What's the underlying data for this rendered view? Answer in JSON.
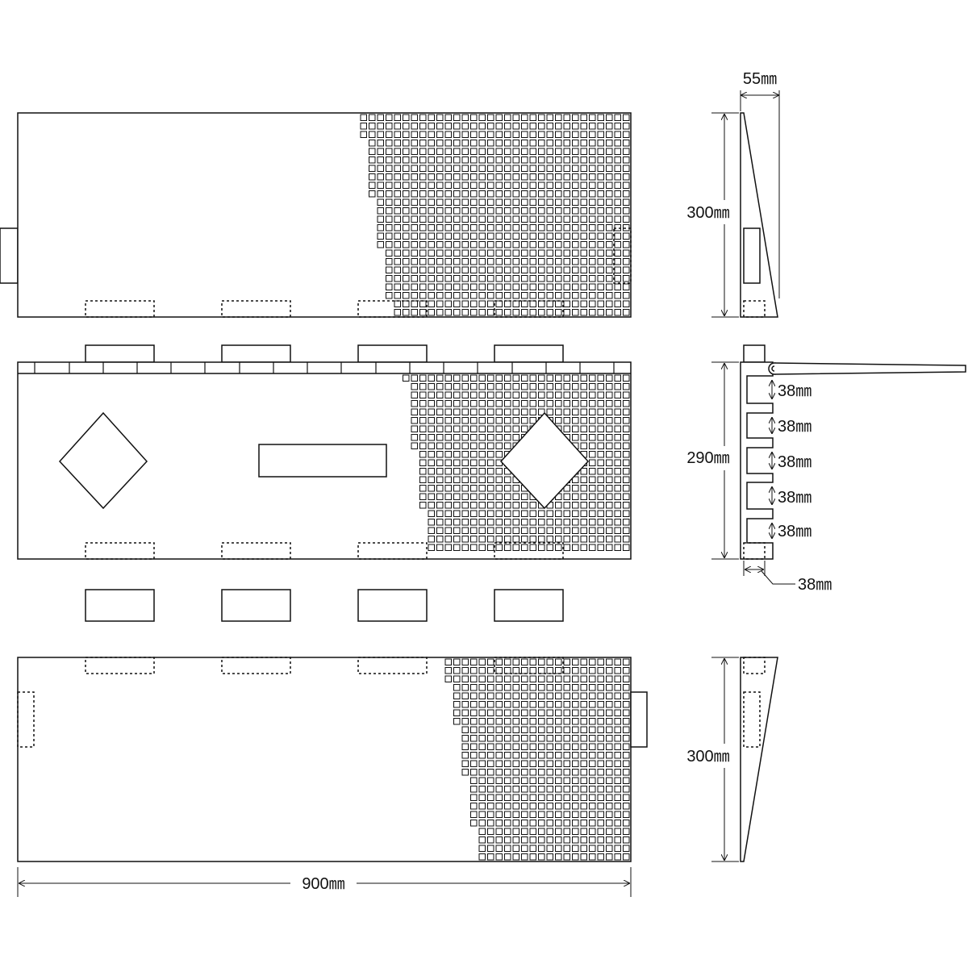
{
  "diagram": {
    "stroke_color": "#111111",
    "background_color": "#ffffff",
    "dimensions": {
      "top_side_depth": "55㎜",
      "top_side_height": "300㎜",
      "middle_side_height": "290㎜",
      "slot_pitch": [
        "38㎜",
        "38㎜",
        "38㎜",
        "38㎜",
        "38㎜"
      ],
      "bottom_foot": "38㎜",
      "bottom_side_height": "300㎜",
      "overall_width": "900㎜"
    }
  }
}
